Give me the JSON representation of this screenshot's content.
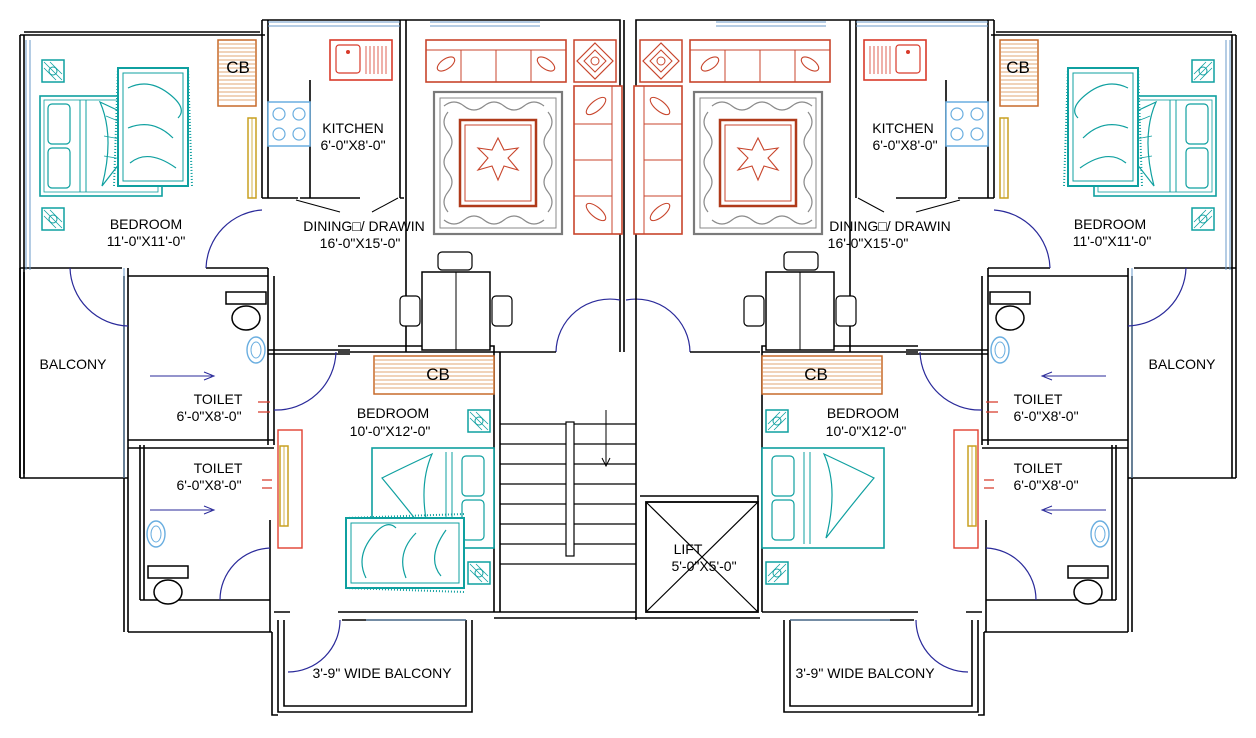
{
  "labels": {
    "bedroom_big_title": "BEDROOM",
    "bedroom_big_size": "11'-0\"X11'-0\"",
    "kitchen_title": "KITCHEN",
    "kitchen_size": "6'-0\"X8'-0\"",
    "dining_title": "DINING□/ DRAWIN",
    "dining_size": "16'-0\"X15'-0\"",
    "balcony": "BALCONY",
    "toilet_title": "TOILET",
    "toilet_size": "6'-0\"X8'-0\"",
    "bedroom_small_title": "BEDROOM",
    "bedroom_small_size": "10'-0\"X12'-0\"",
    "cb": "CB",
    "lift_title": "LIFT",
    "lift_size": "5'-0\"X5'-0\"",
    "wide_balcony": "3'-9\" WIDE BALCONY"
  },
  "colors": {
    "wall": "#000000",
    "furniture_bed": "#0fa0a0",
    "sofa": "#c8452c",
    "rug": "#7a7a7a",
    "cupboard": "#c76a2a",
    "stove": "#6aaee0",
    "door_swing": "#2a2a9a",
    "window": "#6a9ac8",
    "wardrobe": "#c8a020"
  }
}
